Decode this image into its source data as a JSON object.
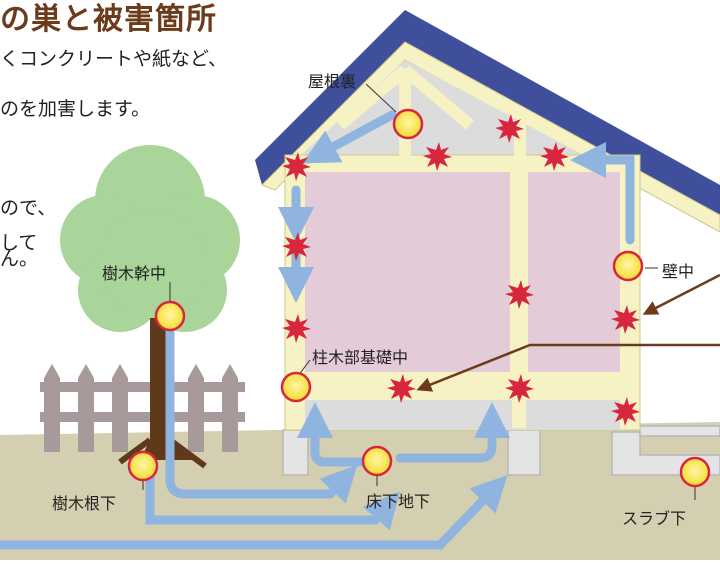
{
  "heading": "の巣と被害箇所",
  "intro_lines": [
    "くコンクリートや紙など、",
    "のを加害します。",
    "ので、",
    "して",
    "ん。"
  ],
  "labels": {
    "roof": "屋根裏",
    "wall": "壁中",
    "tree_trunk": "樹木幹中",
    "pillar_base": "柱木部基礎中",
    "tree_root": "樹木根下",
    "under_floor": "床下地下",
    "under_slab": "スラブ下"
  },
  "colors": {
    "nest": "#f7e34a",
    "damage": "#d7263d",
    "arrow": "#8fb4df",
    "pointer": "#6b3b1c",
    "interior": "#e3ccd7",
    "timber": "#f7f2c3",
    "roof": "#3f4f9c",
    "ground": "#d3cfb0"
  }
}
